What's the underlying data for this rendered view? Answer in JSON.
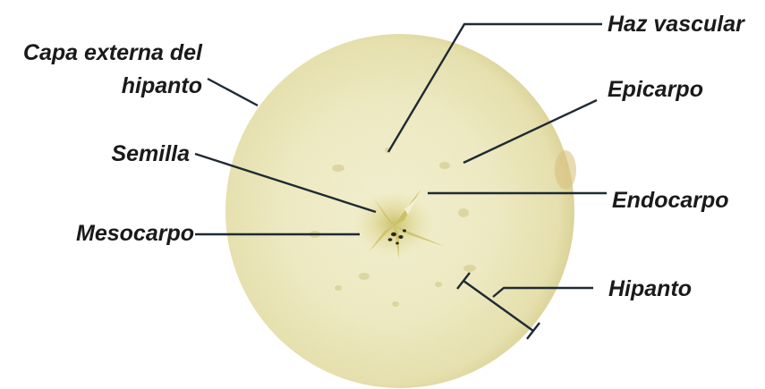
{
  "labels": {
    "capa_externa_line1": "Capa externa del",
    "capa_externa_line2": "hipanto",
    "haz_vascular": "Haz vascular",
    "epicarpo": "Epicarpo",
    "semilla": "Semilla",
    "endocarpo": "Endocarpo",
    "mesocarpo": "Mesocarpo",
    "hipanto": "Hipanto"
  },
  "colors": {
    "background": "#ffffff",
    "flesh_light": "#f4f1cf",
    "flesh_mid": "#ebe6b4",
    "flesh_edge": "#dcd296",
    "core": "#cfc46e",
    "seed": "#2b2618",
    "label_text": "#1a1a1a",
    "leader_line": "#1f2a33"
  },
  "icons": {
    "apple_cross_section": "apple-cross-section-photo"
  }
}
